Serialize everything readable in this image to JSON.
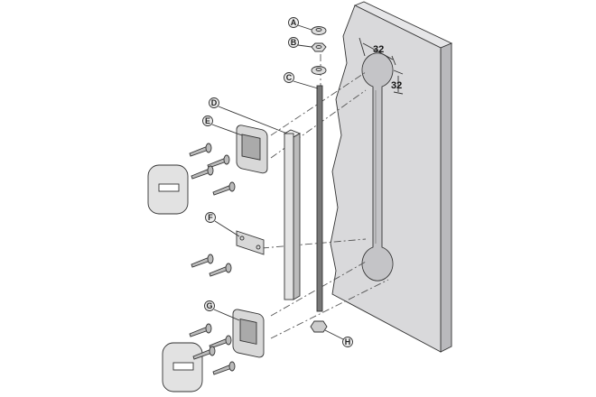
{
  "labels": {
    "A": "A",
    "B": "B",
    "C": "C",
    "D": "D",
    "E": "E",
    "F": "F",
    "G": "G",
    "H": "H"
  },
  "dimensions": {
    "width": "32",
    "height": "32"
  },
  "colors": {
    "panel": "#d9d9db",
    "panel_side": "#b9b9bc",
    "line": "#333333"
  }
}
